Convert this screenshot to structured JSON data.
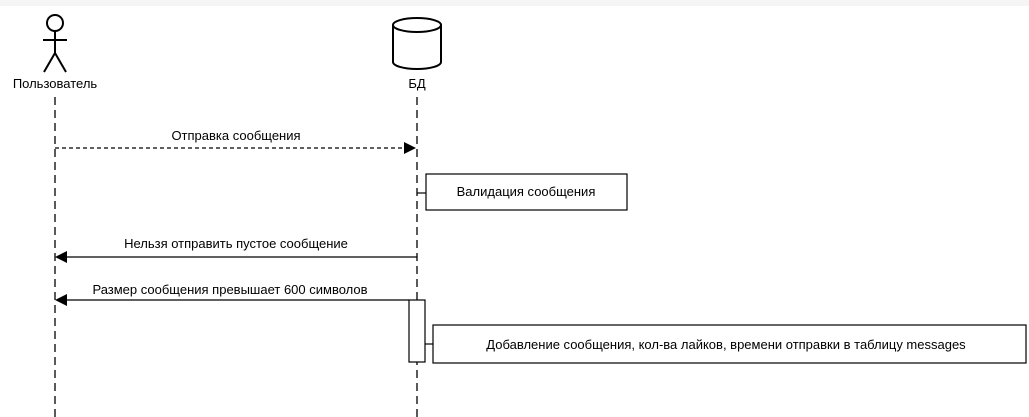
{
  "participants": {
    "user": {
      "label": "Пользователь",
      "icon": "actor-stick-figure"
    },
    "db": {
      "label": "БД",
      "icon": "database-cylinder"
    }
  },
  "messages": [
    {
      "text": "Отправка сообщения",
      "from": "user",
      "to": "db",
      "style": "dashed"
    },
    {
      "text": "Нельзя отправить пустое сообщение",
      "from": "db",
      "to": "user",
      "style": "solid"
    },
    {
      "text": "Размер сообщения превышает 600 символов",
      "from": "db",
      "to": "user",
      "style": "solid"
    }
  ],
  "notes": [
    {
      "text": "Валидация сообщения"
    },
    {
      "text": "Добавление сообщения, кол-ва лайков, времени отправки в таблицу messages"
    }
  ],
  "colors": {
    "line": "#000000",
    "background": "#ffffff",
    "page": "#f5f5f5"
  }
}
